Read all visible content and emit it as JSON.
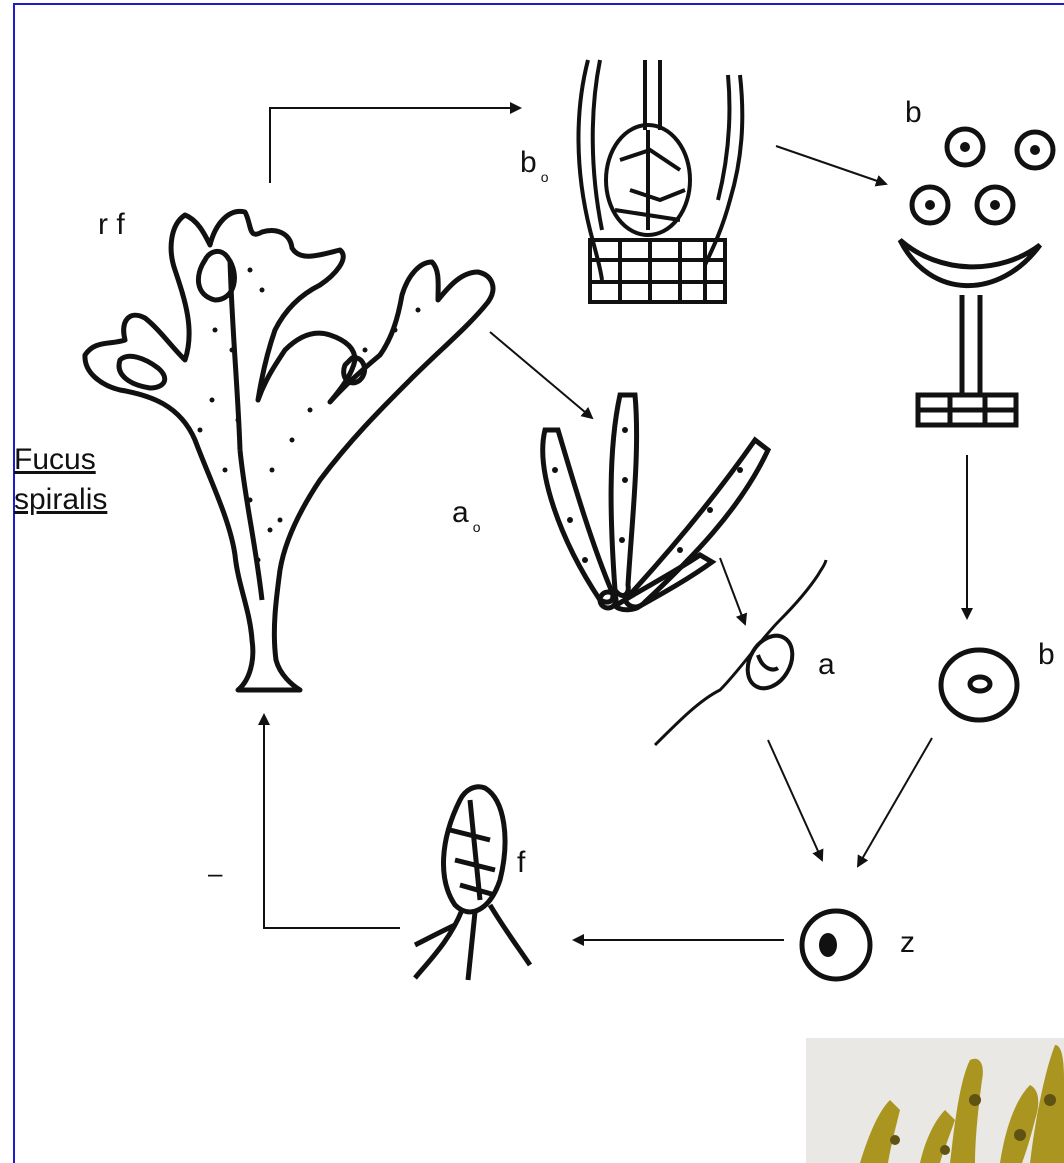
{
  "title": {
    "line1": "Fucus",
    "line2": "spiralis"
  },
  "labels": {
    "rf": "r f",
    "b0_main": "b",
    "b0_sub": "o",
    "b": "b",
    "a0_main": "a",
    "a0_sub": "o",
    "a": "a",
    "b_egg": "b",
    "f": "f",
    "z": "z",
    "dash": "–"
  },
  "colors": {
    "frame": "#1c1ccf",
    "ink": "#111111",
    "photo_bg": "#e9e8e4",
    "weed": "#a9951f"
  }
}
